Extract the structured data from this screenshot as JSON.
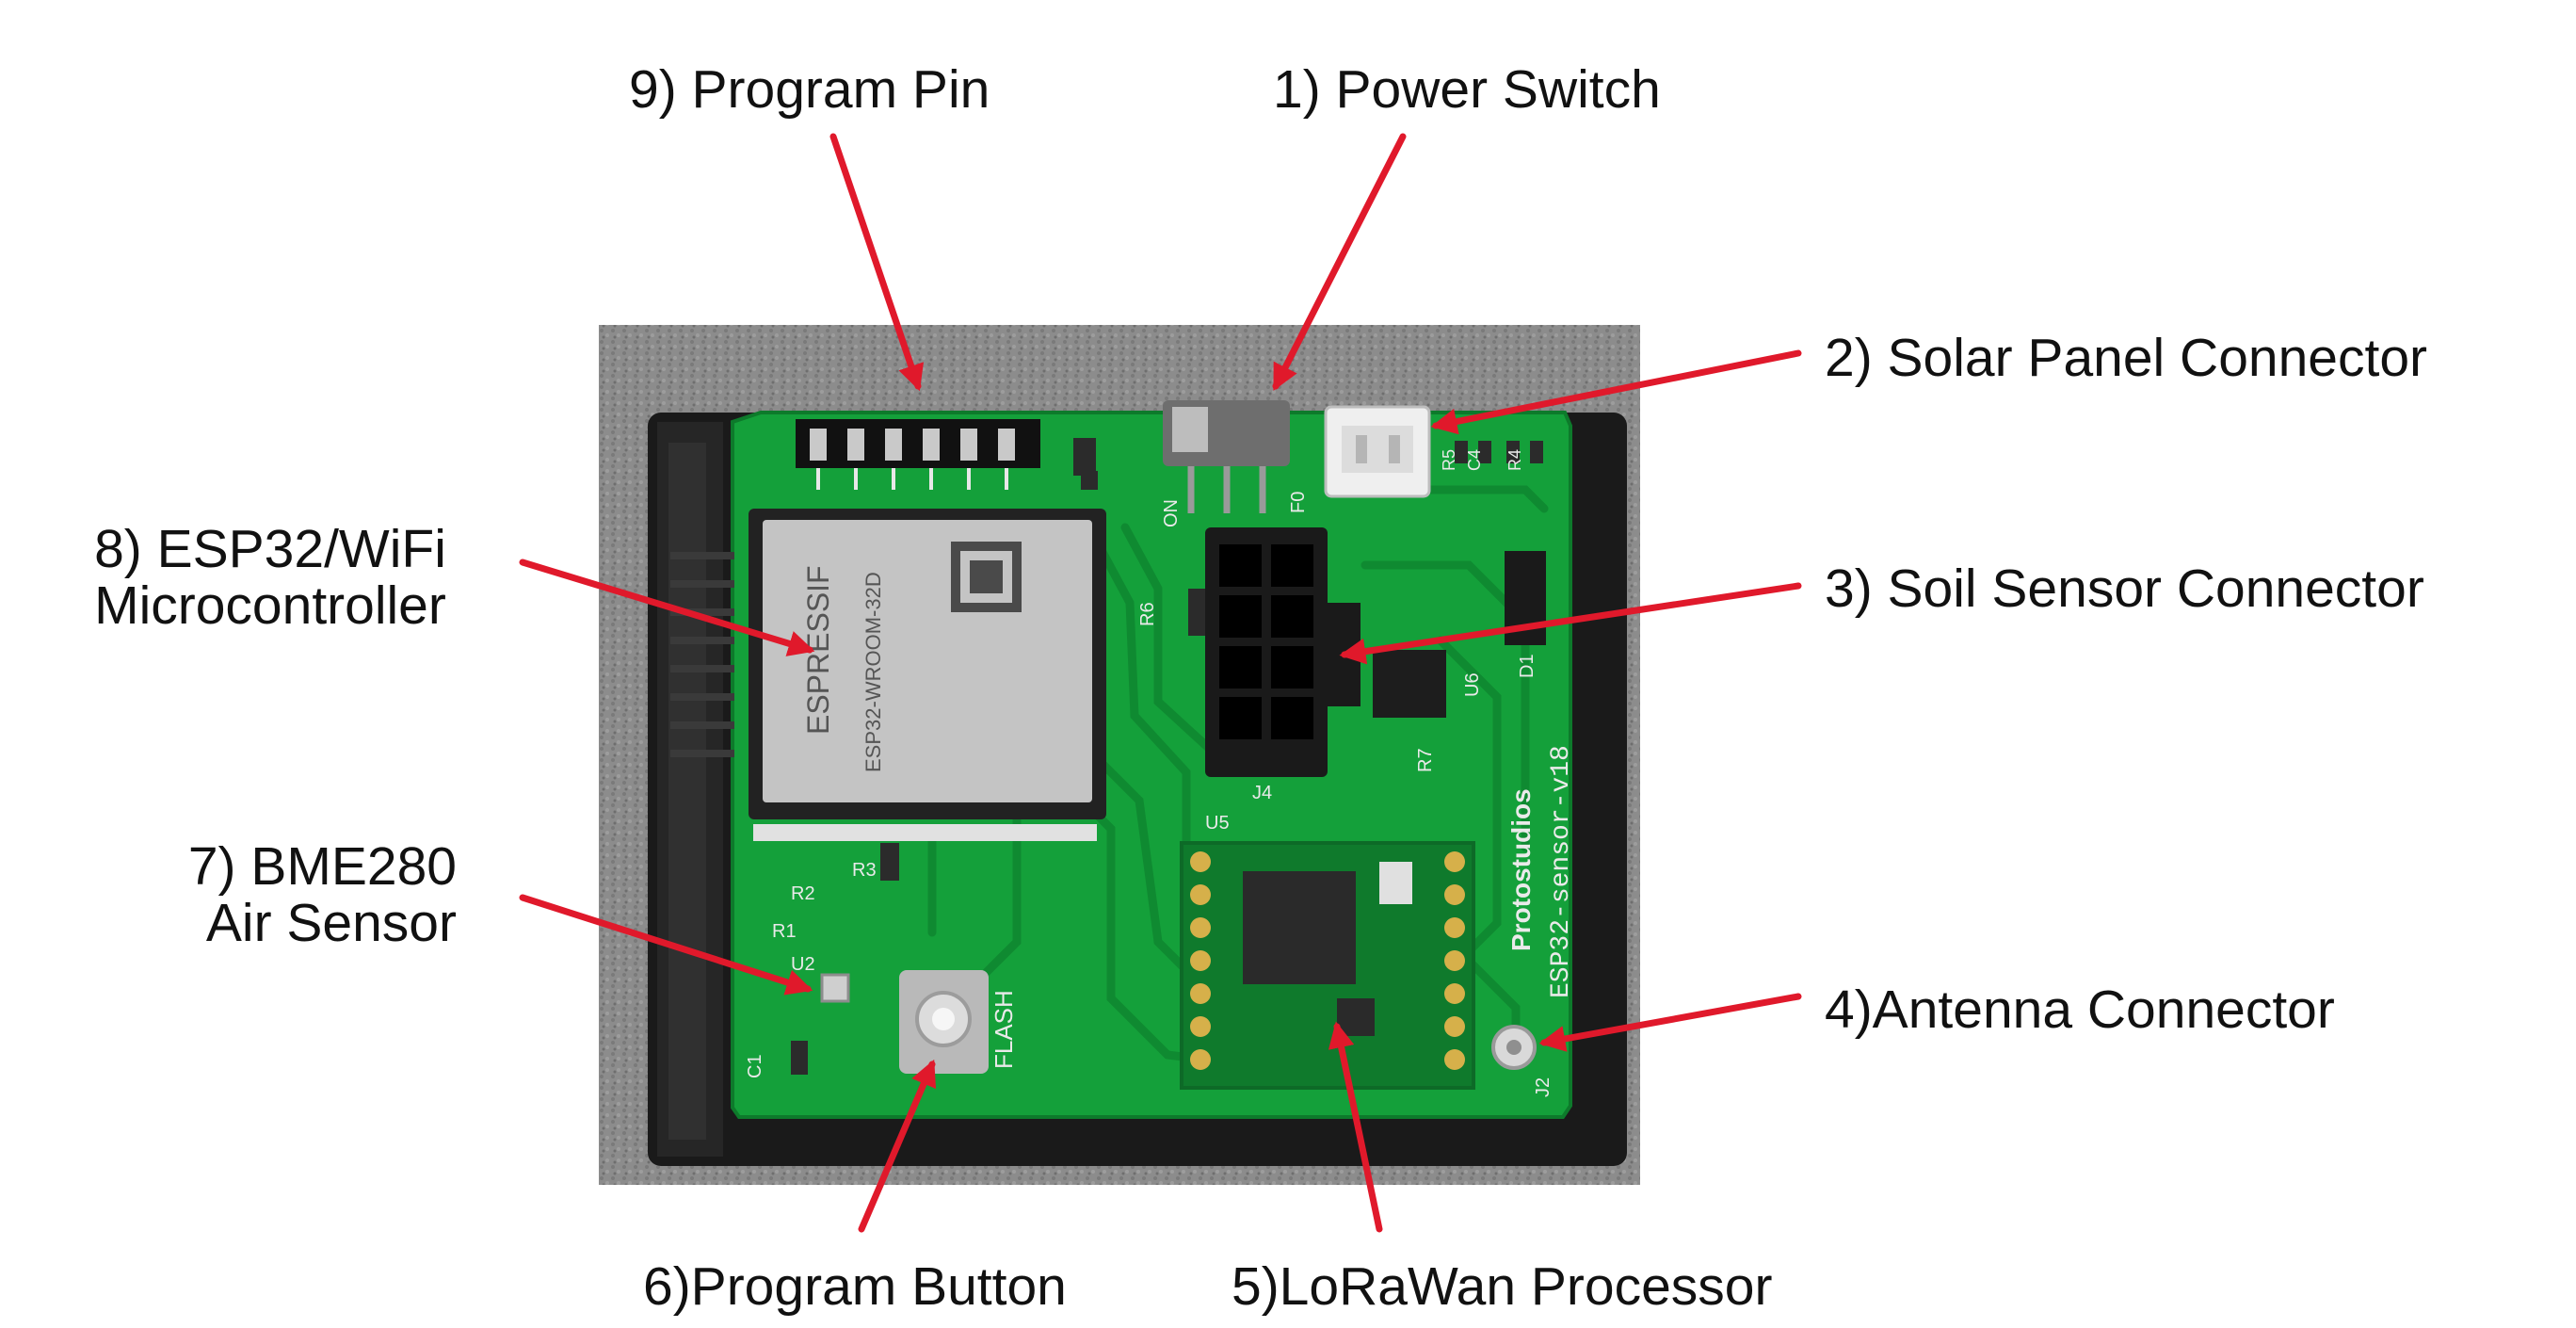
{
  "labels": {
    "power_switch": "1) Power Switch",
    "solar_panel": "2) Solar Panel Connector",
    "soil_sensor": "3) Soil Sensor Connector",
    "antenna": "4)Antenna Connector",
    "lorawan": "5)LoRaWan Processor",
    "program_button": "6)Program Button",
    "bme280": [
      "7) BME280",
      "Air Sensor"
    ],
    "esp32": [
      "8) ESP32/WiFi",
      "Microcontroller"
    ],
    "program_pin": "9) Program Pin"
  },
  "board_silkscreen": {
    "module_brand": "ESPRESSIF",
    "module_name": "ESP32-WROOM-32D",
    "brand": "Protostudios",
    "board_name": "ESP32-sensor-v18",
    "flash": "FLASH",
    "designators": [
      "R5",
      "C4",
      "R4",
      "R6",
      "U6",
      "D1",
      "R7",
      "J4",
      "U5",
      "R3",
      "R2",
      "R1",
      "U2",
      "C1",
      "J2",
      "ON",
      "F0"
    ]
  },
  "colors": {
    "arrow": "#e0192b",
    "pcb": "#14a03a",
    "background": "#ffffff"
  }
}
